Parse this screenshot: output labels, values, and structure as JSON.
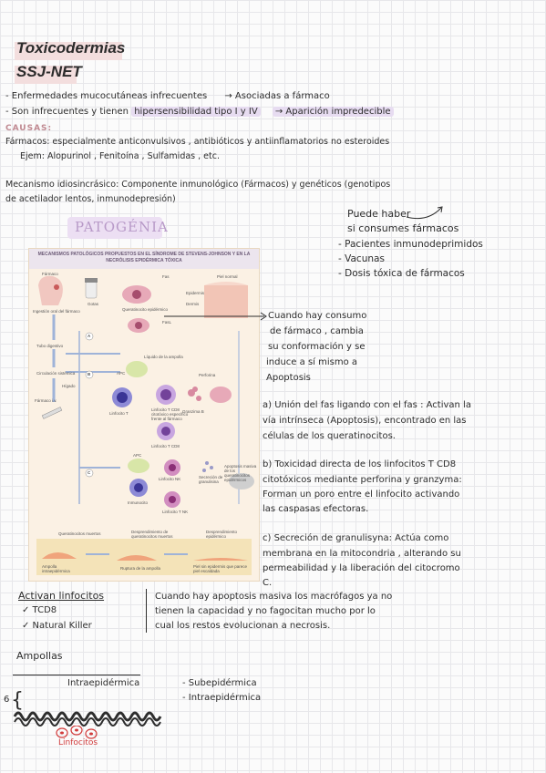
{
  "header": {
    "title_line1": "Toxicodermias",
    "title_line2": "SSJ-NET"
  },
  "intro": {
    "line1_a": "- Enfermedades mucocutáneas infrecuentes",
    "line1_b": "→ Asociadas a fármaco",
    "line2_a": "- Son infrecuentes y tienen",
    "line2_hl": "hipersensibilidad tipo I y IV",
    "line2_b": "→ Aparición impredecible"
  },
  "causas": {
    "label": "CAUSAS:",
    "line1": "Fármacos: especialmente anticonvulsivos , antibióticos y antiinflamatorios no esteroides",
    "line2": "Ejem: Alopurinol , Fenitoína , Sulfamidas , etc.",
    "line3": "Mecanismo idiosincrásico: Componente inmunológico (Fármacos) y genéticos (genotipos",
    "line4": "de acetilador lentos, inmunodepresión)"
  },
  "puede_haber": {
    "heading1": "Puede haber",
    "heading2": "si consumes fármacos",
    "items": [
      "- Pacientes inmunodeprimidos",
      "- Vacunas",
      "- Dosis tóxica de fármacos"
    ]
  },
  "patogenia": {
    "label": "PATOGÉNIA"
  },
  "figure": {
    "title": "MECANISMOS PATOLÓGICOS PROPUESTOS EN EL SÍNDROME DE STEVENS-JOHNSON Y EN LA NECRÓLISIS EPIDÉRMICA TÓXICA",
    "labels": {
      "farmaco": "Fármaco",
      "ingestion": "Ingestión oral del fármaco",
      "gotas": "Gotas",
      "tubo": "Tubo digestivo",
      "circulacion": "Circulación sistémica",
      "higado": "Hígado",
      "farmaco_iv": "Fármaco i.v.",
      "queratinocito": "Queratinocito epidérmico",
      "fas": "Fas",
      "fasl": "FasL",
      "piel": "Piel normal",
      "epidermis": "Epidermis",
      "dermis": "Dermis",
      "liquido": "Líquido de la ampolla",
      "apc": "APC",
      "perforina": "Perforina",
      "linfocito_t": "Linfocito T",
      "linfocito_cd8": "Linfocito T CD8 citotóxico específico frente al fármaco",
      "granzima": "Granzima B",
      "linfocito_t_cd8": "Linfocito T CD8",
      "apc2": "APC",
      "inmunocito": "Inmunocito",
      "linfocito_nk": "Linfocito NK",
      "secrecion": "Secreción de granulisina",
      "apoptosis": "Apoptosis masiva de los queratinocitos epidérmicos",
      "linfocito_t_nk": "Linfocito T NK",
      "bottom1": "Queratinocitos muertos",
      "bottom2": "Desprendimiento de queratinocitos muertos",
      "bottom3": "Desprendimiento epidérmico",
      "bottom4": "Ampolla intraepidérmica",
      "bottom5": "Ruptura de la ampolla",
      "bottom6": "Piel sin epidermis que parece piel escaldada",
      "marker_a": "A",
      "marker_b": "B",
      "marker_c": "C"
    }
  },
  "annotations": {
    "consumo": [
      "Cuando hay consumo",
      "de fármaco , cambia",
      "su conformación y se",
      "induce a sí mismo a",
      "Apoptosis"
    ],
    "a": [
      "a) Unión del fas ligando con el fas : Activan la",
      "vía intrínseca (Apoptosis), encontrado en las",
      "células de los queratinocitos."
    ],
    "b": [
      "b) Toxicidad directa de los linfocitos T CD8",
      "citotóxicos mediante perforina y granzyma:",
      "Forman un poro entre el linfocito activando",
      "las caspasas efectoras."
    ],
    "c": [
      "c) Secreción de granulisyna: Actúa como",
      "membrana en la mitocondria , alterando su",
      "permeabilidad y la liberación del citocromo",
      "C."
    ]
  },
  "activan": {
    "heading": "Activan linfocitos",
    "items": [
      "✓ TCD8",
      "✓ Natural Killer"
    ],
    "note": [
      "Cuando hay apoptosis masiva los macrófagos ya no",
      "tienen la capacidad y no fagocitan mucho por lo",
      "cual los restos evolucionan a necrosis."
    ]
  },
  "ampollas": {
    "heading": "Ampollas",
    "intra": "Intraepidérmica",
    "number": "6",
    "brace": "{",
    "types": [
      "- Subepidérmica",
      "- Intraepidérmica"
    ],
    "linfocitos_label": "Linfocitos"
  },
  "colors": {
    "title_bg": "#f3dede",
    "highlight_purple": "#e7dcf1",
    "causas": "#c08a92",
    "patogenia": "#b89ac8",
    "linfocito_red": "#d23b3b"
  }
}
